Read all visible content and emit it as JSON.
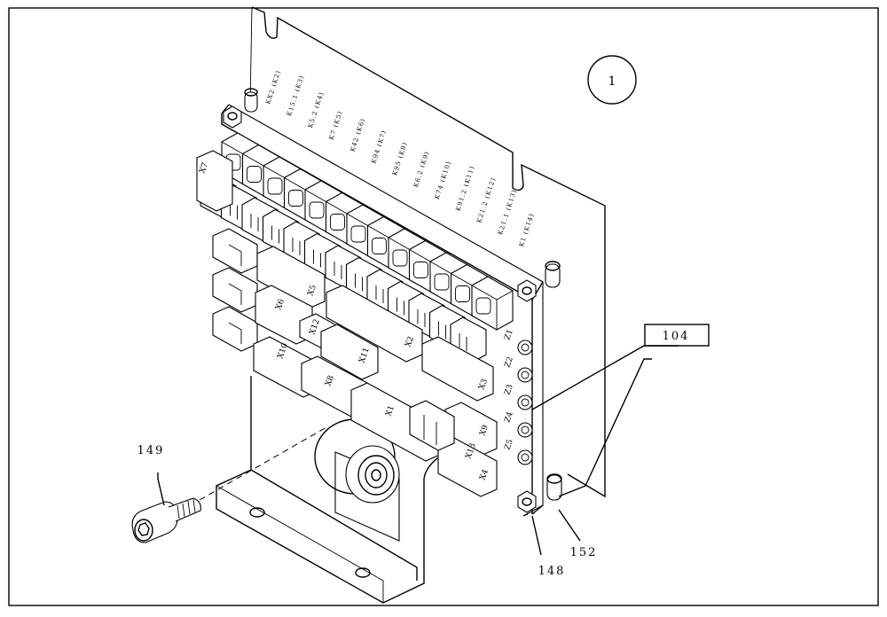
{
  "callouts": {
    "view_number": "1",
    "bracket_ref": "104",
    "screw_ref": "149",
    "nut_ref": "148",
    "spacer_ref": "152"
  },
  "relay_labels": [
    "KX2 (K2)",
    "K15.1 (K3)",
    "K5.2 (K4)",
    "K7 (K5)",
    "K42 (K6)",
    "K94 (K7)",
    "K95 (K8)",
    "K6.2 (K9)",
    "K74 (K10)",
    "K91.2 (K11)",
    "K21.2 (K12)",
    "K21.1 (K13)",
    "K1 (K14)"
  ],
  "connector_labels": {
    "x7": "X7",
    "x5": "X5",
    "x6": "X6",
    "x2": "X2",
    "x12": "X12",
    "x11": "X11",
    "x10": "X10",
    "x8": "X8",
    "x1": "X1",
    "x3": "X3",
    "x9": "X9",
    "x4": "X4",
    "x13": "X13"
  },
  "fuse_labels": [
    "Z1",
    "Z2",
    "Z3",
    "Z4",
    "Z5"
  ],
  "colors": {
    "line": "#000000",
    "background": "#ffffff"
  }
}
